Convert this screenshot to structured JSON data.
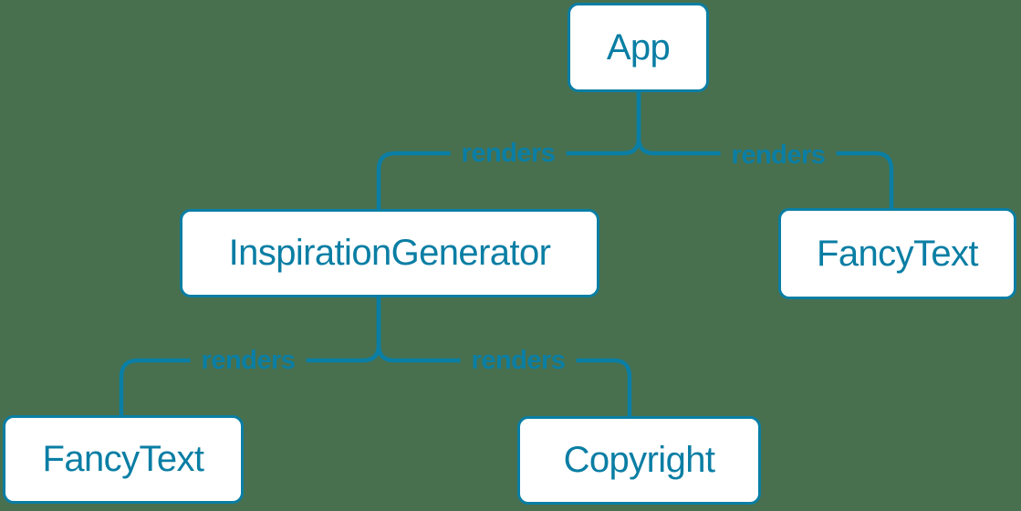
{
  "diagram": {
    "type": "tree",
    "description": "component-render-tree",
    "nodes": [
      {
        "id": "app",
        "label": "App"
      },
      {
        "id": "inspiration-generator",
        "label": "InspirationGenerator"
      },
      {
        "id": "fancy-text-top",
        "label": "FancyText"
      },
      {
        "id": "fancy-text-bottom",
        "label": "FancyText"
      },
      {
        "id": "copyright",
        "label": "Copyright"
      }
    ],
    "edges": [
      {
        "from": "App",
        "to": "InspirationGenerator",
        "label": "renders"
      },
      {
        "from": "App",
        "to": "FancyText",
        "label": "renders"
      },
      {
        "from": "InspirationGenerator",
        "to": "FancyText",
        "label": "renders"
      },
      {
        "from": "InspirationGenerator",
        "to": "Copyright",
        "label": "renders"
      }
    ],
    "colors": {
      "background": "#48704f",
      "accent": "#0a7ea4",
      "node_fill": "#ffffff"
    }
  }
}
